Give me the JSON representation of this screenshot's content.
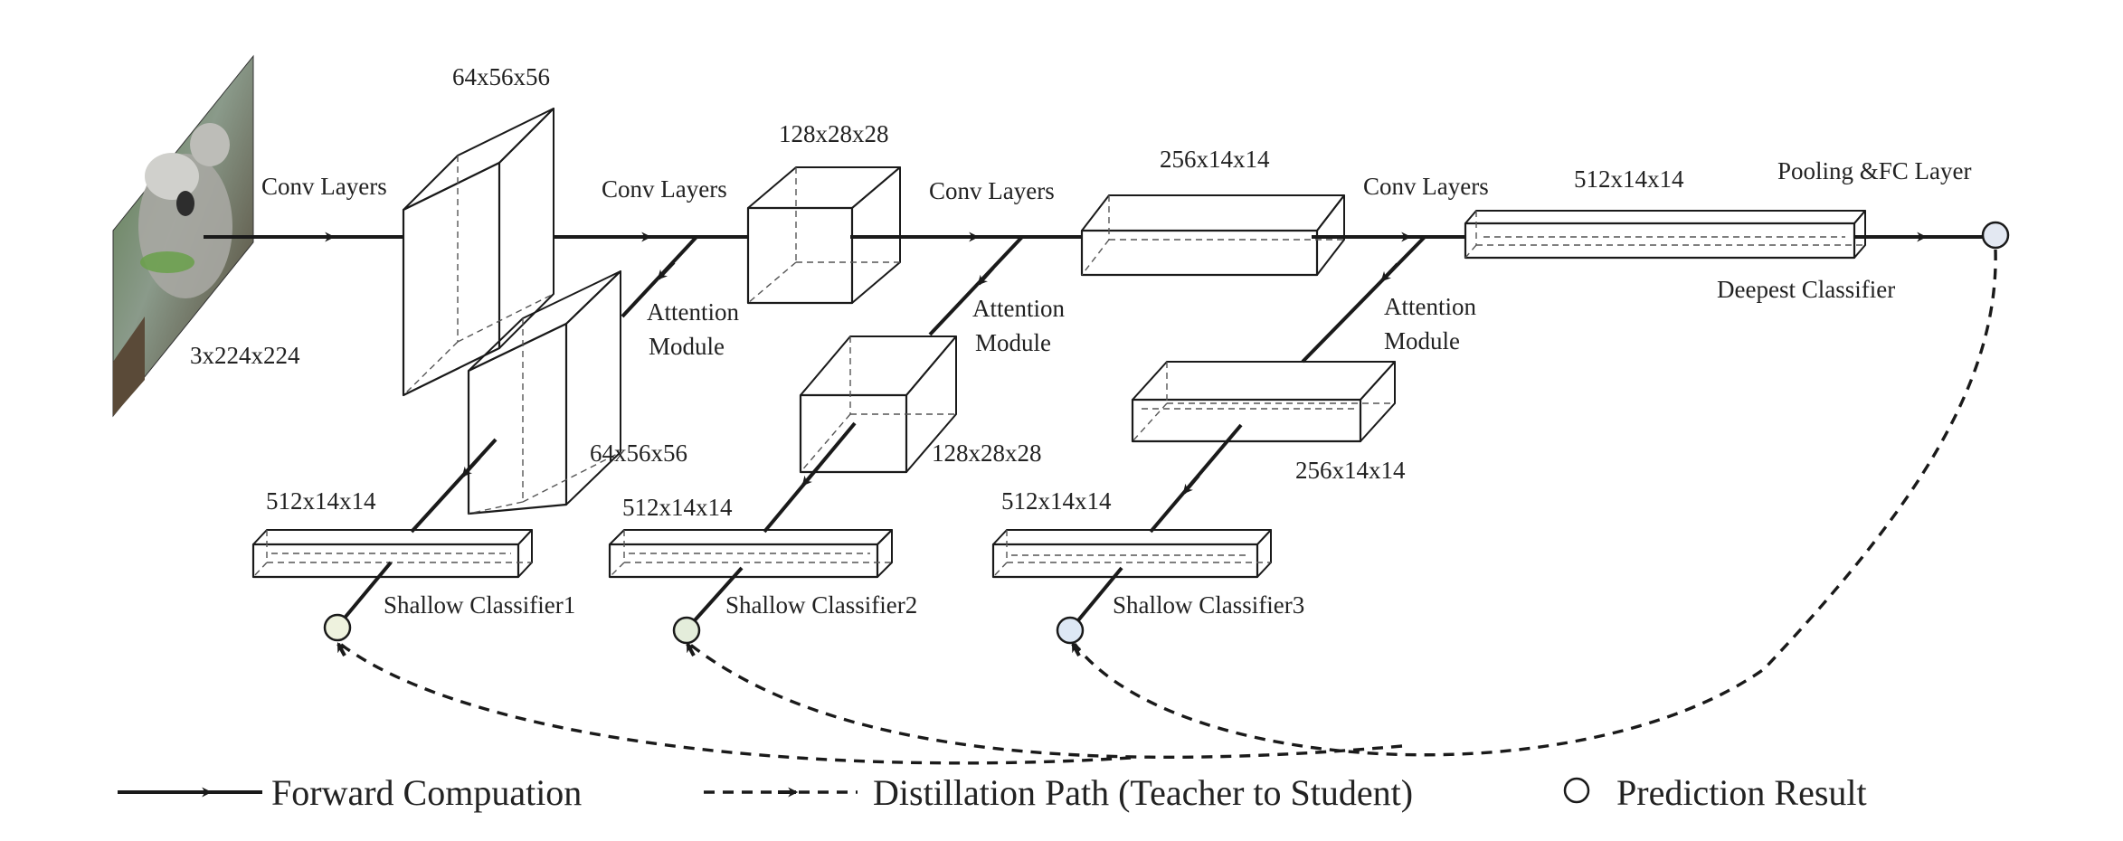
{
  "colors": {
    "stage1": "#f5f7e3",
    "stage2": "#e6efdc",
    "stage3": "#dde9f6",
    "stage4": "#e9e9f4",
    "stroke": "#1a1a1a"
  },
  "input": {
    "image": "koala-photo",
    "size_label": "3x224x224"
  },
  "backbone": {
    "conv_labels": [
      "Conv Layers",
      "Conv Layers",
      "Conv Layers",
      "Conv Layers"
    ],
    "block_labels": [
      "64x56x56",
      "128x28x28",
      "256x14x14",
      "512x14x14"
    ],
    "head_label": "Pooling &FC Layer",
    "deepest_label": "Deepest Classifier"
  },
  "branches": [
    {
      "attention_line1": "",
      "attention_line2": "",
      "block_label": "64x56x56",
      "feature_label": "512x14x14",
      "classifier_label": "Shallow Classifier1"
    },
    {
      "attention_line1": "Attention",
      "attention_line2": "Module",
      "block_label": "128x28x28",
      "feature_label": "512x14x14",
      "classifier_label": "Shallow Classifier2"
    },
    {
      "attention_line1": "Attention",
      "attention_line2": "Module",
      "block_label": "256x14x14",
      "feature_label": "512x14x14",
      "classifier_label": "Shallow Classifier3"
    }
  ],
  "attention_first": {
    "line1": "Attention",
    "line2": "Module"
  },
  "legend": {
    "forward": "Forward Compuation",
    "distill": "Distillation Path (Teacher to Student)",
    "prediction": "Prediction Result"
  }
}
